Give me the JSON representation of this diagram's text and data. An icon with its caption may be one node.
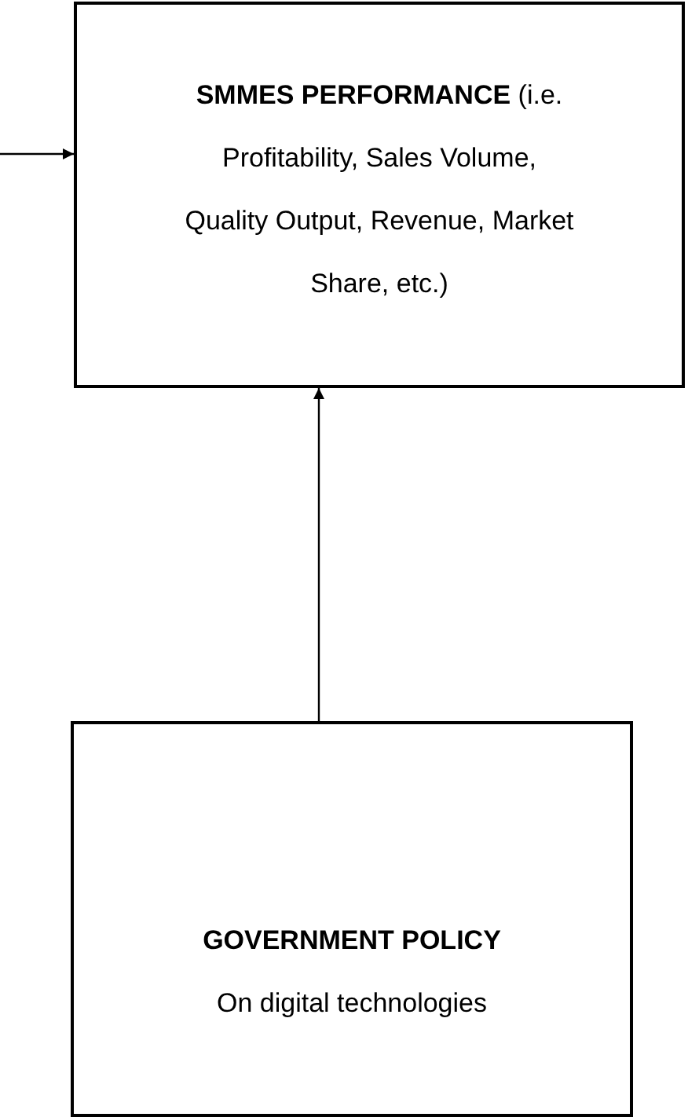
{
  "diagram": {
    "nodes": [
      {
        "text": [
          "**SMMES PERFORMANCE** (i.e. Profitability, Sales Volume, Quality Output, Revenue, Market Share, etc.)"
        ]
      },
      {
        "text": [
          "GOVERNMENT POLICY",
          "On digital technologies"
        ]
      }
    ],
    "edges": [
      {
        "from": null,
        "to": 0,
        "arrow": "to"
      },
      {
        "from": 1,
        "to": 0,
        "arrow": "to"
      }
    ]
  }
}
